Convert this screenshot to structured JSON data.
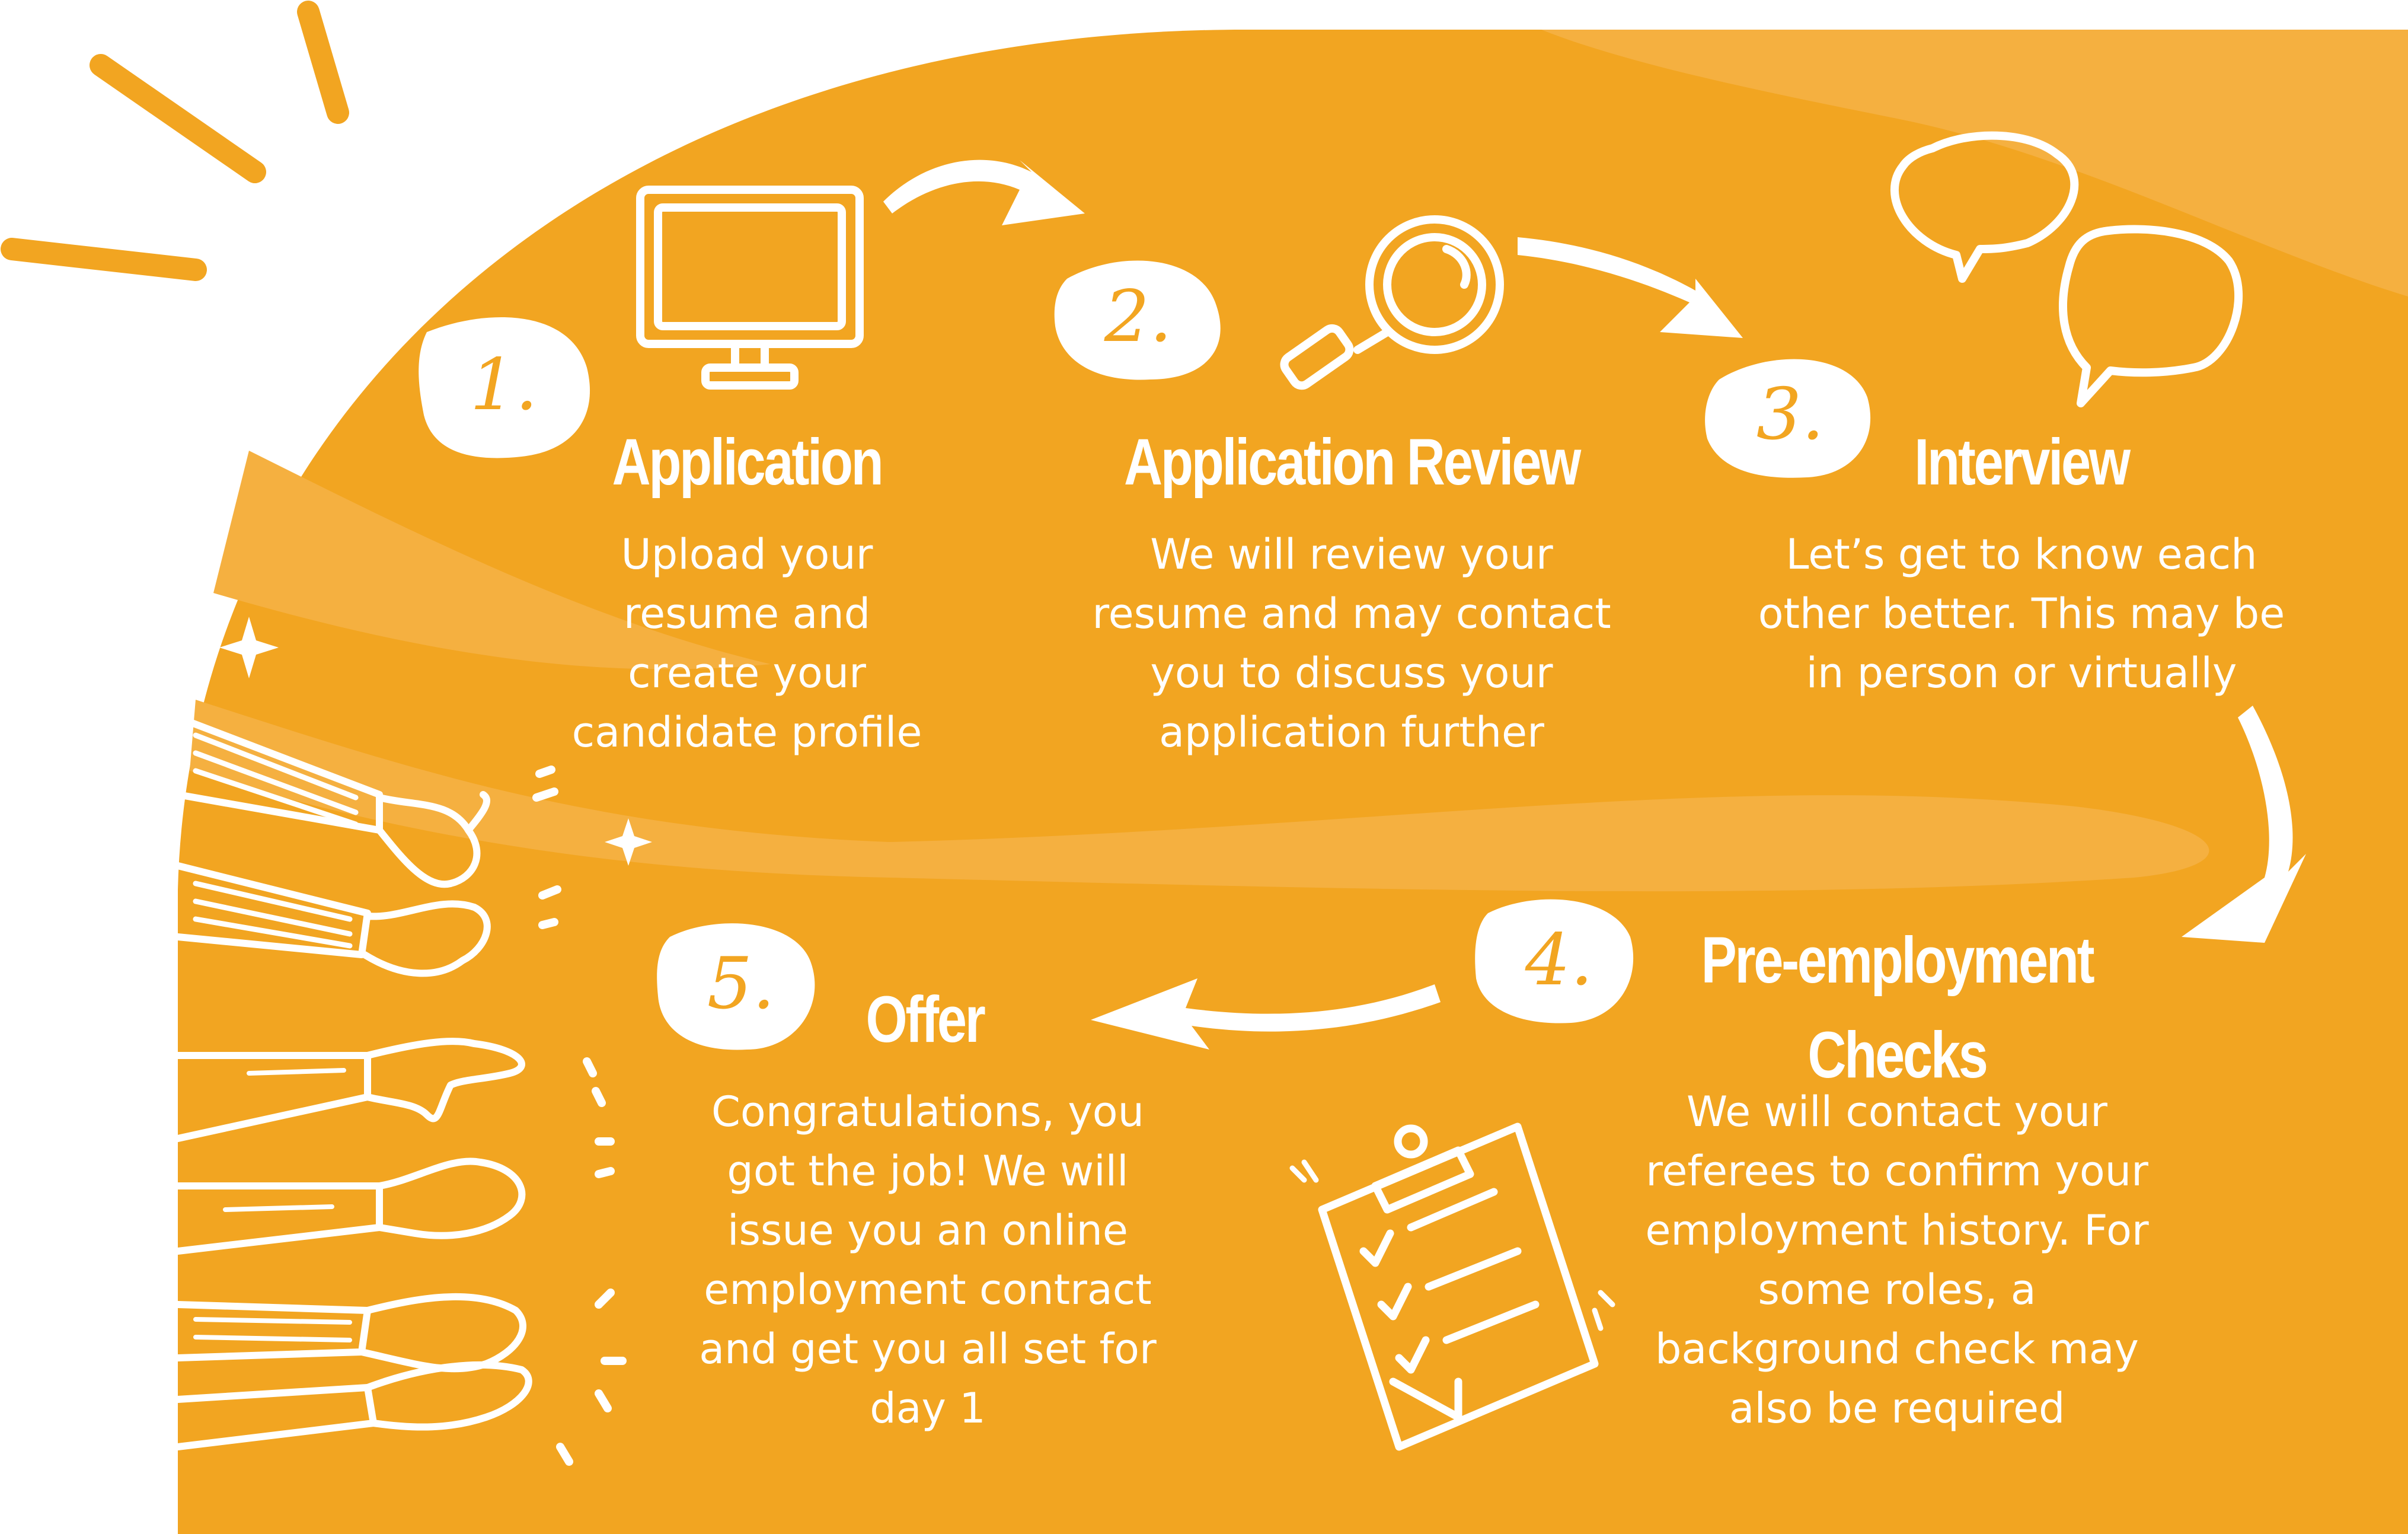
{
  "colors": {
    "background": "#f2a521",
    "light_band": "#f5b040",
    "foreground": "#ffffff"
  },
  "steps": [
    {
      "number": "1.",
      "title": "Application",
      "description": "Upload your resume and create your candidate profile",
      "icon": "monitor-icon"
    },
    {
      "number": "2.",
      "title": "Application Review",
      "description": "We will review your resume and may contact you to discuss your application further",
      "icon": "magnifying-glass-icon"
    },
    {
      "number": "3.",
      "title": "Interview",
      "description": "Let’s get to know each other better. This may be in person or virtually",
      "icon": "speech-bubbles-icon"
    },
    {
      "number": "4.",
      "title": "Pre-employment Checks",
      "description": "We will contact your referees to confirm your employment history. For some roles, a background check may also be required",
      "icon": "clipboard-checklist-icon"
    },
    {
      "number": "5.",
      "title": "Offer",
      "description": "Congratulations, you got the job! We will issue you an online employment contract and get you all set for day 1",
      "icon": "clapping-hands-icon"
    }
  ]
}
